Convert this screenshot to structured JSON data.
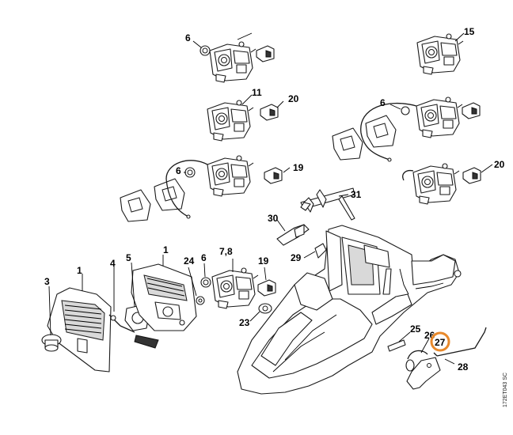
{
  "diagram": {
    "callouts": [
      "6",
      "15",
      "11",
      "20",
      "6",
      "6",
      "19",
      "31",
      "20",
      "30",
      "1",
      "29",
      "4",
      "5",
      "7,8",
      "24",
      "6",
      "19",
      "3",
      "23",
      "25",
      "26",
      "27",
      "28"
    ],
    "highlight_color": "#e8892b",
    "drawing_code": "172ET043 SC"
  }
}
